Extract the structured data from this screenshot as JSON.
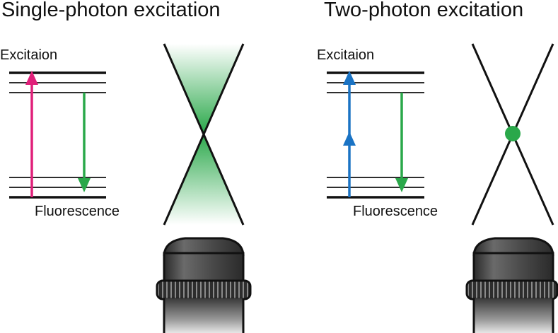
{
  "panels": [
    {
      "title": "Single-photon excitation",
      "excitation_label": "Excitaion",
      "fluorescence_label": "Fluorescence",
      "excitation_color": "#e0207a",
      "fluorescence_color": "#2aa84a",
      "focus": "hourglass-gradient",
      "objective_icon": "objective-lens-icon"
    },
    {
      "title": "Two-photon excitation",
      "excitation_label": "Excitaion",
      "fluorescence_label": "Fluorescence",
      "excitation_color": "#1a73c4",
      "fluorescence_color": "#2aa84a",
      "focus": "point",
      "objective_icon": "objective-lens-icon"
    }
  ]
}
